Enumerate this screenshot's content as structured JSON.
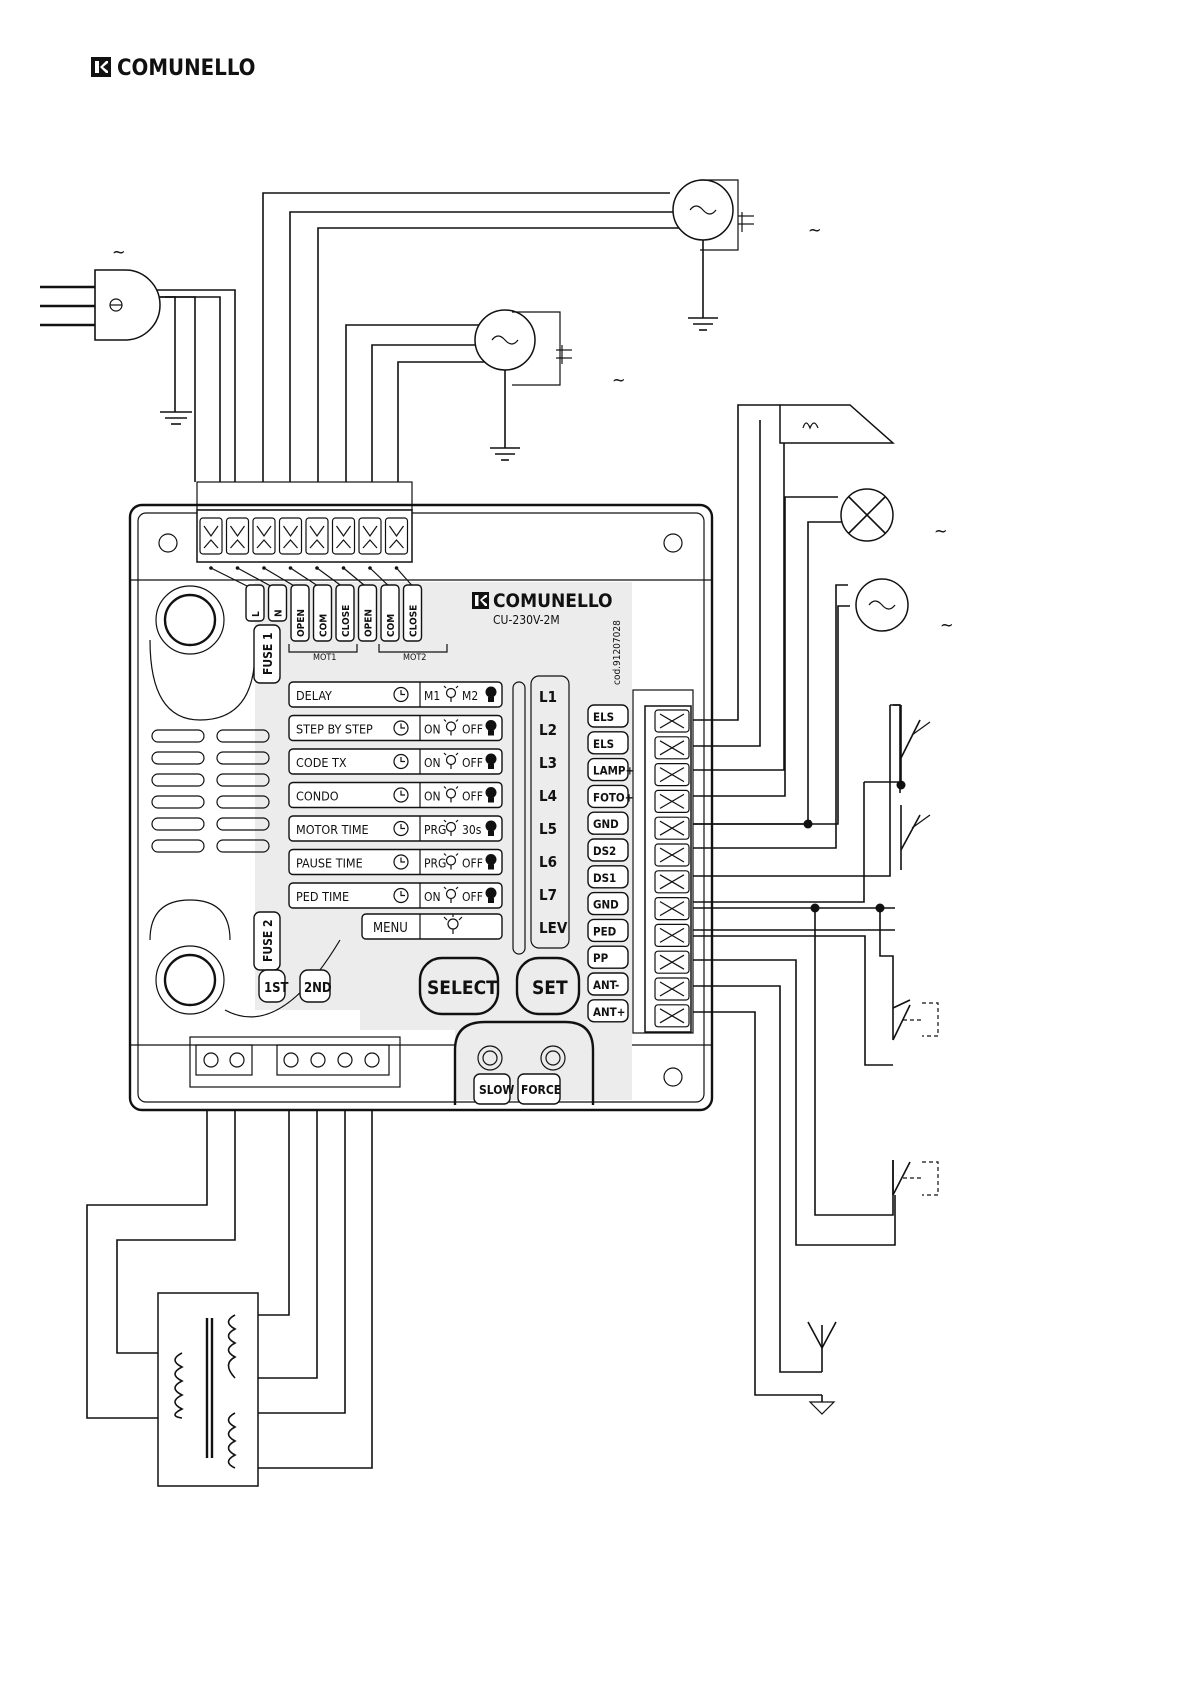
{
  "brand": {
    "logo_text": "COMUNELLO",
    "logo_mark": "comunello-k-mark-icon"
  },
  "board": {
    "brand_text": "COMUNELLO",
    "model": "CU-230V-2M",
    "code": "cod.91207028",
    "fuse1": "FUSE 1",
    "fuse2": "FUSE 2"
  },
  "top_terminals": [
    "L",
    "N",
    "OPEN",
    "COM",
    "CLOSE",
    "OPEN",
    "COM",
    "CLOSE"
  ],
  "motor_groups": [
    "MOT1",
    "MOT2"
  ],
  "menu_rows": [
    {
      "label": "DELAY",
      "icon": "hourglass-icon",
      "left": "M1",
      "right": "M2"
    },
    {
      "label": "STEP BY STEP",
      "icon": "stop-go-icon",
      "left": "ON",
      "right": "OFF"
    },
    {
      "label": "CODE TX",
      "icon": "remote-icon",
      "left": "ON",
      "right": "OFF"
    },
    {
      "label": "CONDO",
      "icon": "building-icon",
      "left": "ON",
      "right": "OFF"
    },
    {
      "label": "MOTOR TIME",
      "icon": "clock-arrows-icon",
      "left": "PRG",
      "right": "30s"
    },
    {
      "label": "PAUSE TIME",
      "icon": "clock-hand-icon",
      "left": "PRG",
      "right": "OFF"
    },
    {
      "label": "PED TIME",
      "icon": "clock-pedestrian-icon",
      "left": "ON",
      "right": "OFF"
    }
  ],
  "menu_label": "MENU",
  "levels": [
    "L1",
    "L2",
    "L3",
    "L4",
    "L5",
    "L6",
    "L7",
    "LEV"
  ],
  "right_terminals": [
    "ELS",
    "ELS",
    "LAMP+",
    "FOTO+",
    "GND",
    "DS2",
    "DS1",
    "GND",
    "PED",
    "PP",
    "ANT-",
    "ANT+"
  ],
  "buttons": {
    "select": "SELECT",
    "set": "SET",
    "first": "1ST",
    "second": "2ND",
    "slow": "SLOW",
    "force": "FORCE"
  },
  "ac_symbol": "~"
}
